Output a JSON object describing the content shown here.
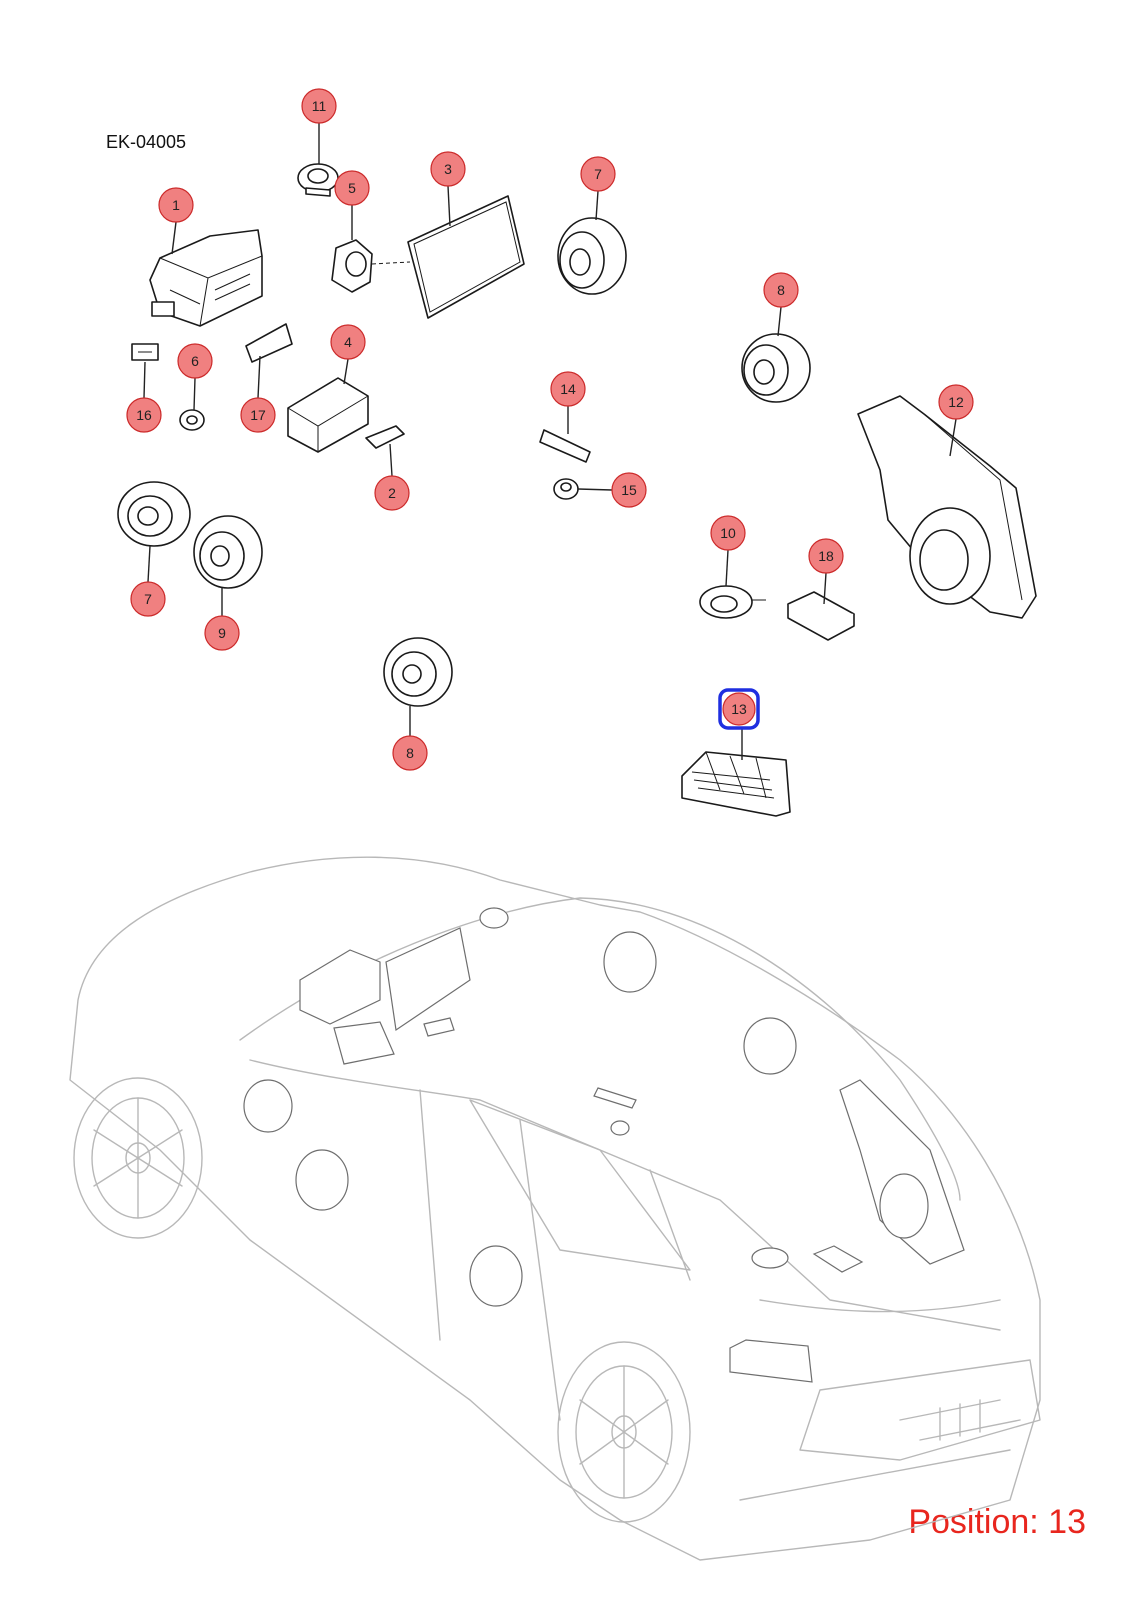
{
  "diagram_code": "EK-04005",
  "position_label": "Position: 13",
  "highlighted_callout": "13",
  "colors": {
    "badge_fill": "#f08080",
    "badge_stroke": "#cc2a2a",
    "highlight": "#1f2fe0",
    "position_text": "#e8261e"
  },
  "callouts": [
    "1",
    "2",
    "3",
    "4",
    "5",
    "6",
    "7",
    "7",
    "8",
    "8",
    "9",
    "10",
    "11",
    "12",
    "13",
    "14",
    "15",
    "16",
    "17",
    "18"
  ],
  "parts": [
    "amplifier-unit-1",
    "bracket-2",
    "display-3",
    "control-module-4",
    "tweeter-5",
    "mount-6",
    "speaker-7",
    "speaker-8",
    "speaker-9",
    "speaker-10",
    "tweeter-11",
    "subwoofer-enclosure-12",
    "amplifier-13",
    "antenna-14",
    "sensor-15",
    "connector-16",
    "module-17",
    "module-18"
  ]
}
